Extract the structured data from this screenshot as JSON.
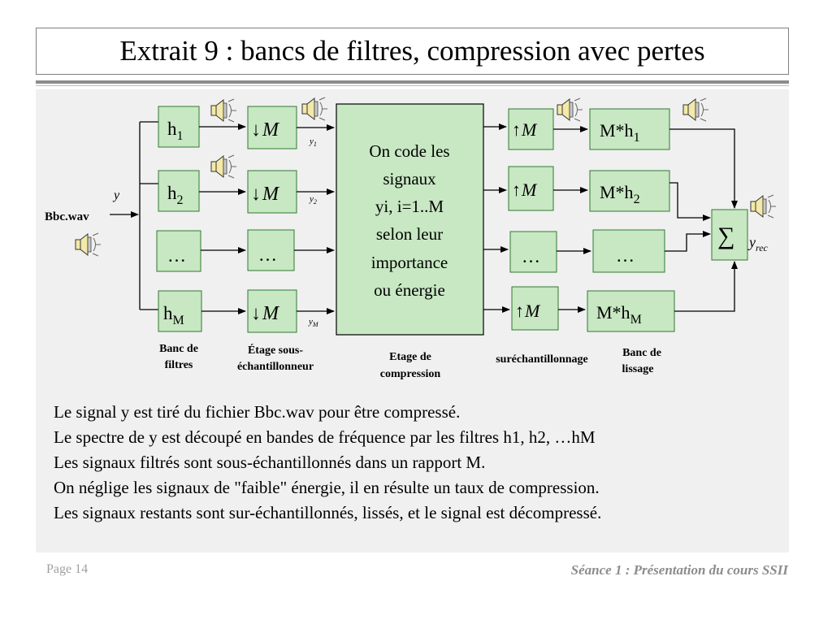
{
  "slide": {
    "title": "Extrait 9 : bancs de filtres, compression avec pertes",
    "page_label": "Page 14",
    "footer": "Séance 1 : Présentation du cours SSII"
  },
  "diagram": {
    "input_file": "Bbc.wav",
    "input_signal": "y",
    "filter_bank": [
      {
        "base": "h",
        "sub": "1"
      },
      {
        "base": "h",
        "sub": "2"
      },
      {
        "base": "…",
        "sub": ""
      },
      {
        "base": "h",
        "sub": "M"
      }
    ],
    "downsample_symbol": "↓",
    "downsample_factor": "M",
    "downsample_ellipsis": "…",
    "subband_outputs": [
      {
        "base": "y",
        "sub": "1"
      },
      {
        "base": "y",
        "sub": "2"
      },
      {
        "base": "y",
        "sub": "M"
      }
    ],
    "compression_box": [
      "On code les",
      "signaux",
      "yi, i=1..M",
      "selon leur",
      "importance",
      "ou énergie"
    ],
    "upsample_symbol": "↑",
    "upsample_factor": "M",
    "upsample_ellipsis": "…",
    "smoothing_bank": [
      {
        "base": "M*h",
        "sub": "1"
      },
      {
        "base": "M*h",
        "sub": "2"
      },
      {
        "base": "…",
        "sub": ""
      },
      {
        "base": "M*h",
        "sub": "M"
      }
    ],
    "sum_symbol": "∑",
    "output_signal": {
      "base": "y",
      "sub": "rec"
    },
    "captions": {
      "filter_bank": [
        "Banc de",
        "filtres"
      ],
      "downsampler": [
        "Étage sous-",
        "échantillonneur"
      ],
      "compression": [
        "Etage de",
        "compression"
      ],
      "upsampler": [
        "suréchantillonnage"
      ],
      "smoothing": [
        "Banc de",
        "lissage"
      ]
    },
    "icons": [
      "speaker-icon"
    ]
  },
  "body_lines": [
    "Le signal y est tiré du fichier Bbc.wav pour  être compressé.",
    "Le spectre de y est découpé en bandes de fréquence par les filtres h1, h2, …hM",
    "Les signaux filtrés sont sous-échantillonnés dans un rapport M.",
    "On néglige les signaux de \"faible\" énergie, il en résulte un taux de compression.",
    "Les signaux restants sont sur-échantillonnés, lissés, et le signal est décompressé."
  ],
  "colors": {
    "block_fill": "#c8e7c3",
    "panel_bg": "#f0f0f0"
  }
}
